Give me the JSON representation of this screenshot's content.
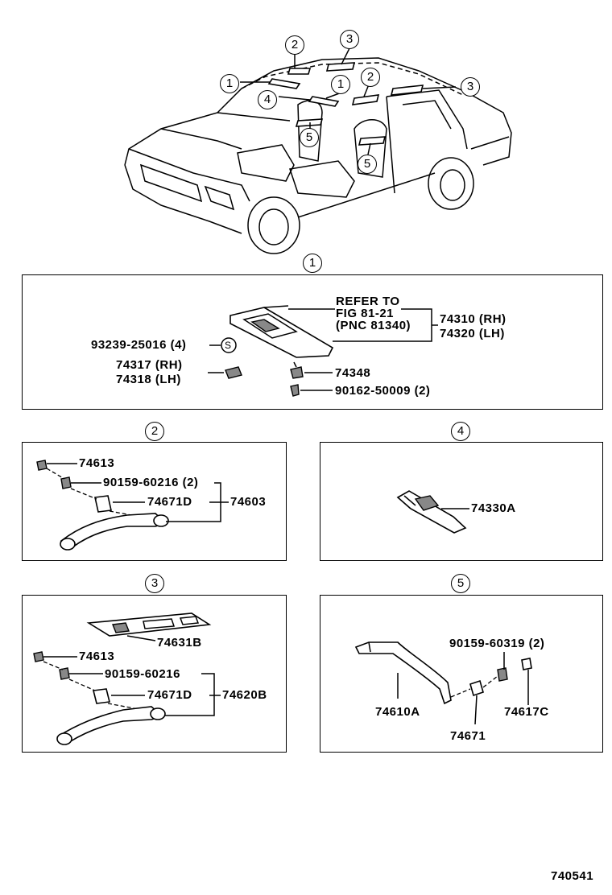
{
  "overview": {
    "callouts": [
      "2",
      "3",
      "1",
      "1",
      "2",
      "3",
      "4",
      "5",
      "5"
    ]
  },
  "panel1": {
    "number": "1",
    "refer_line1": "REFER TO",
    "refer_line2": "FIG 81-21",
    "refer_line3": "(PNC 81340)",
    "p_74310": "74310 (RH)",
    "p_74320": "74320 (LH)",
    "p_93239": "93239-25016 (4)",
    "s_mark": "S",
    "p_74317": "74317 (RH)",
    "p_74318": "74318 (LH)",
    "p_74348": "74348",
    "p_90162": "90162-50009 (2)"
  },
  "panel2": {
    "number": "2",
    "p_74613": "74613",
    "p_90159": "90159-60216 (2)",
    "p_74671D": "74671D",
    "p_74603": "74603"
  },
  "panel4": {
    "number": "4",
    "p_74330A": "74330A"
  },
  "panel3": {
    "number": "3",
    "p_74631B": "74631B",
    "p_74613": "74613",
    "p_90159": "90159-60216",
    "p_74671D": "74671D",
    "p_74620B": "74620B"
  },
  "panel5": {
    "number": "5",
    "p_90159": "90159-60319 (2)",
    "p_74610A": "74610A",
    "p_74671": "74671",
    "p_74617C": "74617C"
  },
  "footer": {
    "figure_code": "740541"
  }
}
